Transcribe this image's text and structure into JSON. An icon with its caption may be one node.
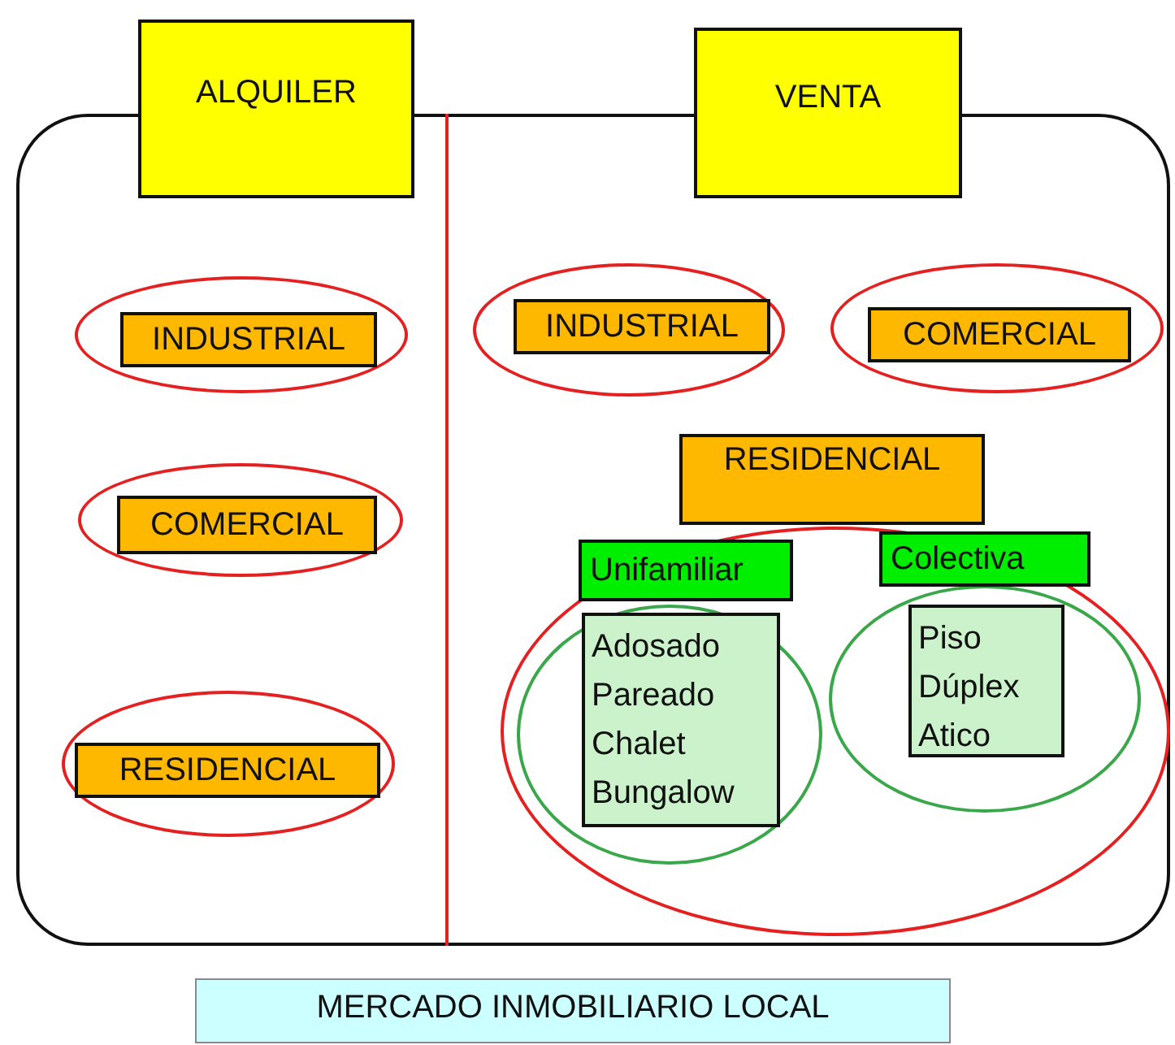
{
  "diagram": {
    "nodes": [
      {
        "text": [
          "MERCADO INMOBILIARIO LOCAL"
        ]
      },
      {
        "text": [
          "ALQUILER"
        ]
      },
      {
        "text": [
          "VENTA"
        ]
      },
      {
        "text": [],
        "shape": "ellipse",
        "in": 0
      },
      {
        "text": [
          "INDUSTRIAL"
        ],
        "in": 3
      },
      {
        "text": [],
        "shape": "ellipse",
        "in": 0
      },
      {
        "text": [
          "COMERCIAL"
        ],
        "in": 5
      },
      {
        "text": [],
        "shape": "ellipse",
        "in": 0
      },
      {
        "text": [
          "RESIDENCIAL"
        ],
        "in": 7
      },
      {
        "text": [],
        "shape": "ellipse",
        "in": 0
      },
      {
        "text": [
          "INDUSTRIAL"
        ],
        "in": 9
      },
      {
        "text": [],
        "shape": "ellipse",
        "in": 0
      },
      {
        "text": [
          "COMERCIAL"
        ],
        "in": 11
      },
      {
        "text": [],
        "shape": "ellipse",
        "in": 0
      },
      {
        "text": [
          "RESIDENCIAL"
        ],
        "in": 0
      },
      {
        "text": [],
        "shape": "ellipse",
        "in": 13
      },
      {
        "text": [
          "Unifamiliar"
        ],
        "in": 13
      },
      {
        "text": [
          "Adosado",
          "Pareado",
          "Chalet",
          "Bungalow"
        ],
        "in": 15
      },
      {
        "text": [],
        "shape": "ellipse",
        "in": 13
      },
      {
        "text": [
          "Colectiva"
        ],
        "in": 13
      },
      {
        "text": [
          "Piso",
          "Dúplex",
          "Atico"
        ],
        "in": 18
      }
    ],
    "edges": []
  }
}
